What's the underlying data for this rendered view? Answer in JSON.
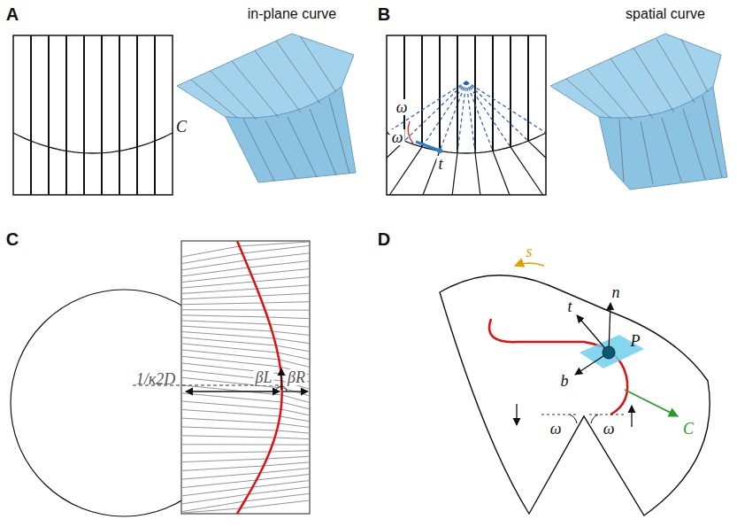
{
  "diagram": {
    "labels": [
      "A",
      "in-plane curve",
      "C",
      "B",
      "spatial curve",
      "ω",
      "ω",
      "t",
      "C",
      "1/κ2D",
      "βL",
      "βR",
      "D",
      "s",
      "t",
      "n",
      "b",
      "P",
      "C",
      "ω",
      "ω"
    ]
  }
}
